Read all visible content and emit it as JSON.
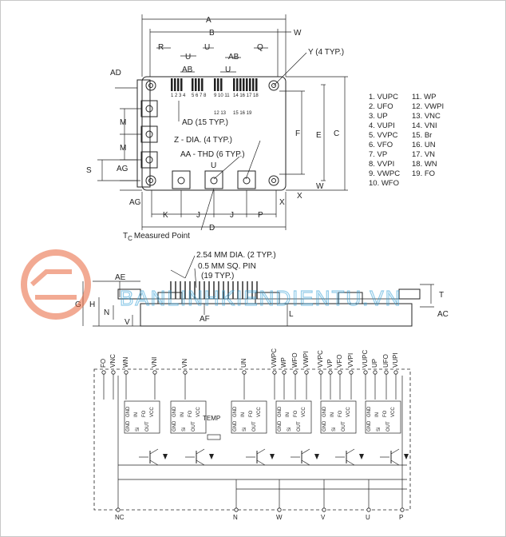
{
  "top_view": {
    "dims": {
      "A": "A",
      "B": "B",
      "W": "W",
      "R": "R",
      "U": "U",
      "Q": "Q",
      "AB": "AB",
      "Y": "Y (4 TYP.)",
      "AD": "AD",
      "AD15": "AD (15 TYP.)",
      "M": "M",
      "S": "S",
      "AG": "AG",
      "F": "F",
      "E": "E",
      "C": "C",
      "X": "X",
      "Z": "Z - DIA. (4 TYP.)",
      "AA": "AA - THD (6 TYP.)",
      "K": "K",
      "J": "J",
      "P": "P",
      "D": "D",
      "TC": "T",
      "TC_sub": "C",
      "TC_label": "Measured Point"
    }
  },
  "pin_list": {
    "col1": [
      "1.  VUPC",
      "2.  UFO",
      "3.  UP",
      "4.  VUPI",
      "5.  VVPC",
      "6.  VFO",
      "7.  VP",
      "8.  VVPI",
      "9.  VWPC",
      "10. WFO"
    ],
    "col2": [
      "11. WP",
      "12. VWPI",
      "13. VNC",
      "14. VNI",
      "15. Br",
      "16. UN",
      "17. VN",
      "18. WN",
      "19. FO"
    ]
  },
  "side_view": {
    "labels": {
      "dia": "2.54 MM DIA. (2 TYP.)",
      "pin": "0.5 MM SQ. PIN",
      "pin2": "(19 TYP.)",
      "AE": "AE",
      "G": "G",
      "H": "H",
      "N": "N",
      "V": "V",
      "AF": "AF",
      "L": "L",
      "T": "T",
      "AC": "AC"
    }
  },
  "watermark": "BANLINHKIENDIENTU.VN",
  "schematic": {
    "top_pins": [
      "FO",
      "VNC",
      "WN",
      "VNI",
      "VN",
      "UN",
      "VWPC",
      "WP",
      "WFO",
      "VWPI",
      "VVPC",
      "VP",
      "VFO",
      "VVPI",
      "VUPC",
      "UP",
      "UFO",
      "VUPI"
    ],
    "ic_labels": {
      "gnd": "GND",
      "in": "IN",
      "fo": "FO",
      "vcc": "VCC",
      "si": "Si",
      "out": "OUT",
      "temp": "TEMP"
    },
    "bottom_pins": [
      "NC",
      "N",
      "W",
      "V",
      "U",
      "P"
    ]
  }
}
